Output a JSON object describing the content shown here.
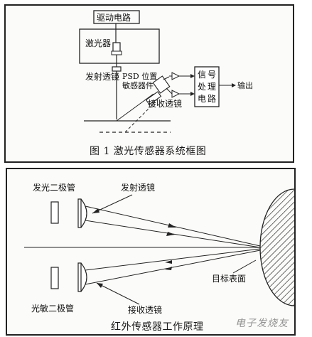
{
  "fig1": {
    "caption": "图 1  激光传感器系统框图",
    "drive_circuit": "驱动电路",
    "laser": "激光器",
    "emit_lens": "发射透镜",
    "psd_line1": "PSD 位置",
    "psd_line2": "敏感器件",
    "receive_lens": "接收透镜",
    "signal_chars": [
      "信",
      "号",
      "处",
      "理",
      "电",
      "路"
    ],
    "output": "输出"
  },
  "fig2": {
    "caption": "红外传感器工作原理",
    "emit_diode": "发光二极管",
    "emit_lens": "发射透镜",
    "photo_diode": "光敏二极管",
    "receive_lens": "接收透镜",
    "target_surface": "目标表面"
  },
  "watermark": "电子发烧友"
}
